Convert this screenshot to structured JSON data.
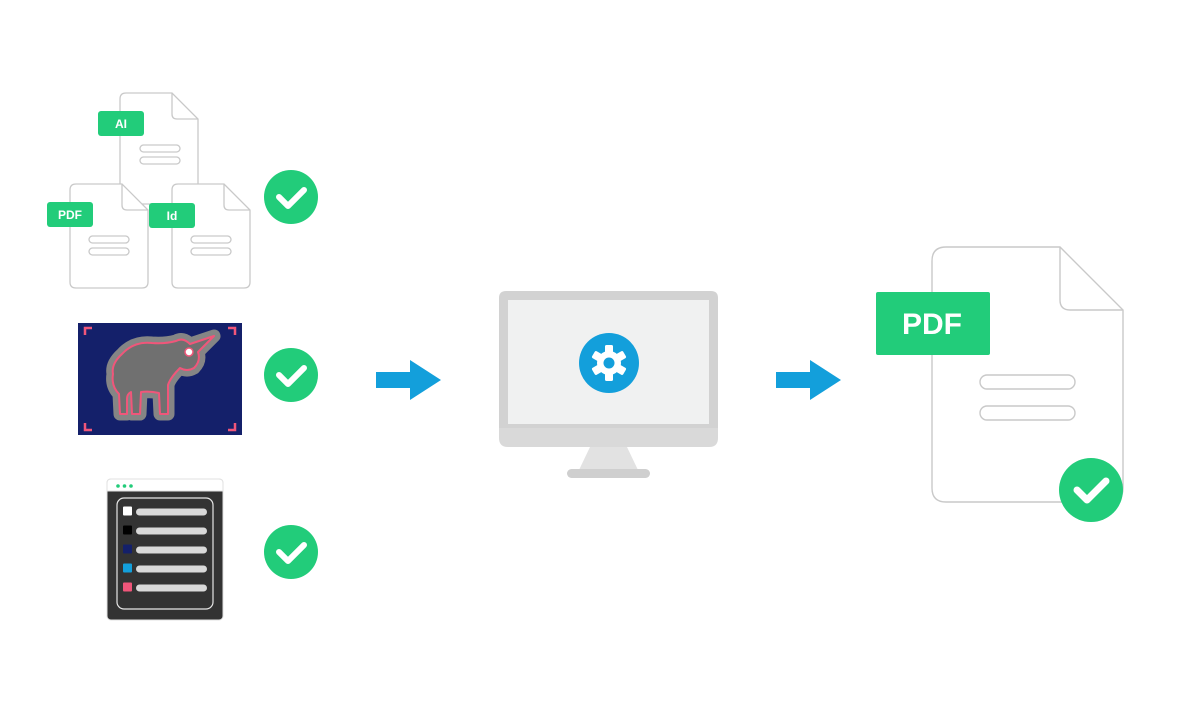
{
  "colors": {
    "green": "#22cc7a",
    "blue": "#139fdb",
    "navy": "#14206a",
    "pink": "#f0567a",
    "doc_stroke": "#c9c9c9",
    "monitor_gray": "#d2d2d2",
    "screen_bg": "#f0f1f1",
    "palette_bg": "#333333"
  },
  "inputs": {
    "file_badges": {
      "ai": "AI",
      "pdf": "PDF",
      "id": "Id"
    },
    "status_icons": [
      "check-icon",
      "check-icon",
      "check-icon"
    ],
    "palette_swatches": [
      "#ffffff",
      "#000000",
      "#14206a",
      "#139fdb",
      "#f0567a"
    ]
  },
  "process": {
    "icon": "gear-icon"
  },
  "output": {
    "badge": "PDF",
    "status_icon": "check-icon"
  }
}
